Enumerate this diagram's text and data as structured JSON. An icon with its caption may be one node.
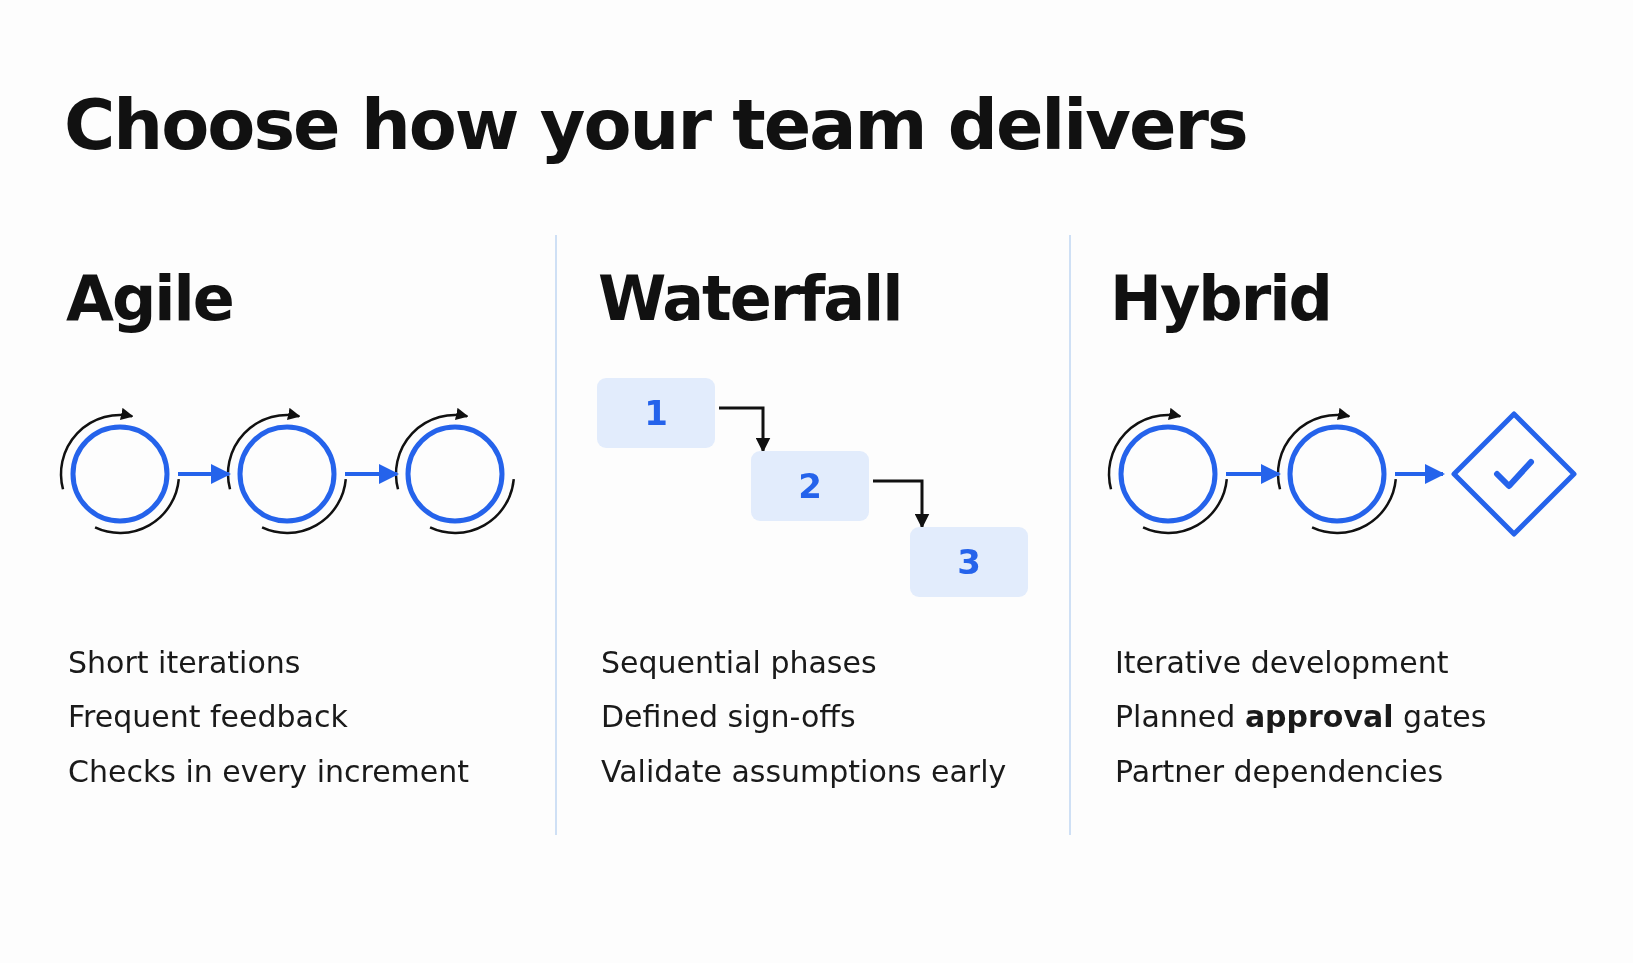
{
  "diagram": {
    "title": "Choose how your team delivers",
    "nodes": [
      {
        "text": [],
        "shape": "circle"
      },
      {
        "text": [],
        "shape": "circle"
      },
      {
        "text": [],
        "shape": "circle"
      },
      {
        "text": [
          "1"
        ]
      },
      {
        "text": [
          "2"
        ]
      },
      {
        "text": [
          "3"
        ]
      },
      {
        "text": [],
        "shape": "circle"
      },
      {
        "text": [],
        "shape": "circle"
      },
      {
        "text": [],
        "shape": "diamond"
      }
    ],
    "edges": [
      {
        "from": 0,
        "to": 1,
        "arrow": "to"
      },
      {
        "from": 1,
        "to": 2,
        "arrow": "to"
      },
      {
        "from": 3,
        "to": 4,
        "arrow": "to",
        "color": "#111111"
      },
      {
        "from": 4,
        "to": 5,
        "arrow": "to",
        "color": "#111111"
      },
      {
        "from": 6,
        "to": 7,
        "arrow": "to"
      },
      {
        "from": 7,
        "to": 8,
        "arrow": "to"
      }
    ],
    "labels": [
      "Agile",
      "Short iterations",
      "Frequent feedback",
      "Checks in every increment",
      "Waterfall",
      "Sequential phases",
      "Defined sign-offs",
      "Validate assumptions early",
      "Hybrid",
      "Iterative development",
      "Planned **approval** gates",
      "Partner dependencies"
    ]
  }
}
